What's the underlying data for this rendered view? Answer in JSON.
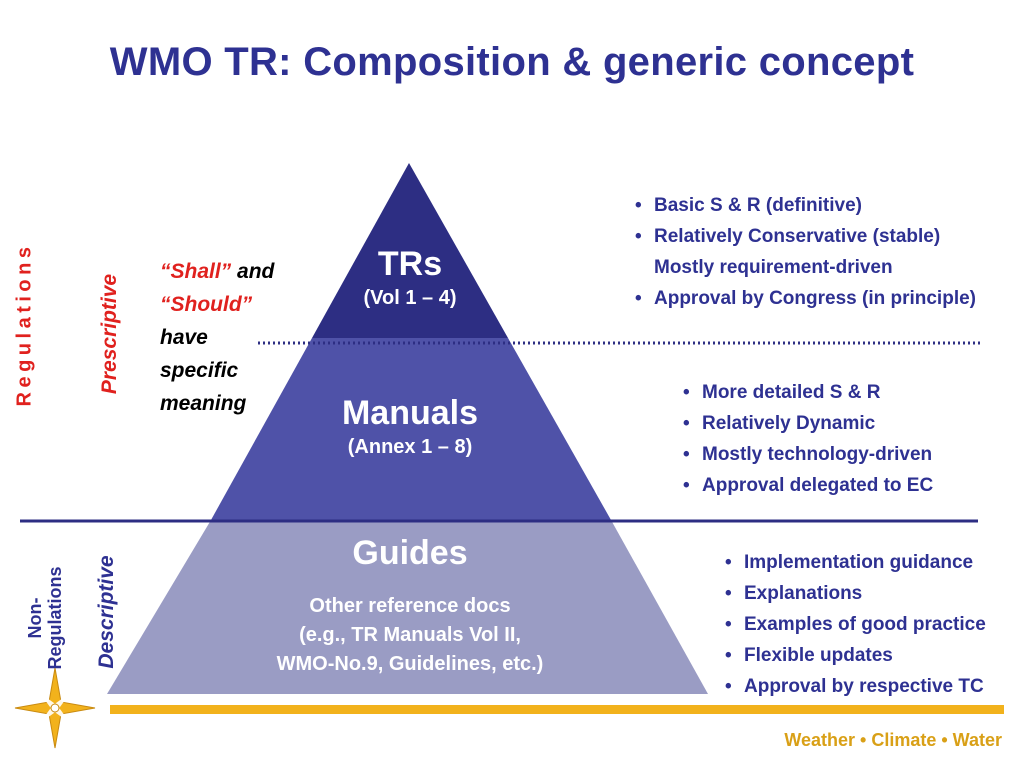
{
  "title": "WMO TR: Composition & generic concept",
  "side_labels": {
    "regulations": "Regulations",
    "prescriptive": "Prescriptive",
    "non_regulations_1": "Non-",
    "non_regulations_2": "Regulations",
    "descriptive": "Descriptive"
  },
  "shall_note": {
    "shall": "“Shall”",
    "and": " and",
    "should": "“Should”",
    "have": "have",
    "specific": "specific",
    "meaning": "meaning"
  },
  "pyramid": {
    "top": {
      "title": "TRs",
      "subtitle": "(Vol 1 – 4)"
    },
    "middle": {
      "title": "Manuals",
      "subtitle": "(Annex 1 – 8)"
    },
    "bottom": {
      "title": "Guides",
      "line1": "Other reference docs",
      "line2": "(e.g., TR Manuals Vol II,",
      "line3": "WMO-No.9, Guidelines, etc.)"
    }
  },
  "bullets_top": {
    "b1": "Basic S & R (definitive)",
    "b2": "Relatively Conservative (stable)",
    "b2_cont": "Mostly requirement-driven",
    "b3": "Approval by Congress (in principle)"
  },
  "bullets_middle": [
    "More detailed S & R",
    "Relatively Dynamic",
    "Mostly technology-driven",
    "Approval delegated to EC"
  ],
  "bullets_bottom": [
    "Implementation guidance",
    "Explanations",
    "Examples of good practice",
    "Flexible updates",
    "Approval by respective TC"
  ],
  "footer": {
    "tagline": "Weather • Climate • Water"
  },
  "colors": {
    "top": "#2D2E83",
    "middle": "#4F52A8",
    "bottom": "#9A9CC4",
    "title": "#2E3192",
    "accent_red": "#E0211E",
    "footer_bar": "#F2B21C"
  }
}
